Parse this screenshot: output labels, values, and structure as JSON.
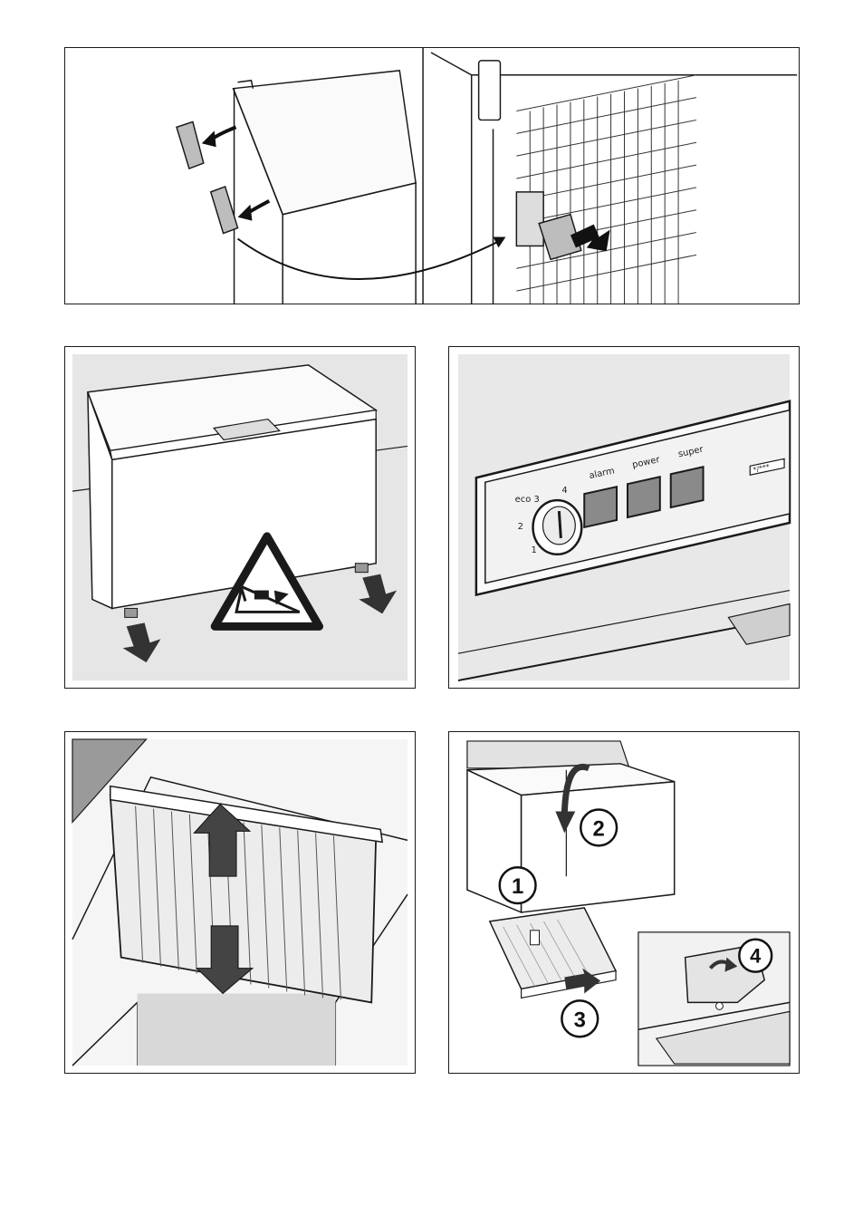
{
  "figures": [
    {
      "id": "fig-1",
      "subject": "door-stop-transfer"
    },
    {
      "id": "fig-2",
      "subject": "chest-freezer-warning"
    },
    {
      "id": "fig-3",
      "subject": "control-panel"
    },
    {
      "id": "fig-4",
      "subject": "partition-wall"
    },
    {
      "id": "fig-5",
      "subject": "drain-tray-steps"
    }
  ],
  "control_panel": {
    "dial_labels": [
      "eco 3",
      "4",
      "2",
      "1"
    ],
    "buttons": [
      {
        "label": "alarm"
      },
      {
        "label": "power"
      },
      {
        "label": "super"
      }
    ],
    "star_rating": "*/***"
  },
  "steps": [
    "1",
    "2",
    "3",
    "4"
  ],
  "colors": {
    "outline": "#1a1a1a",
    "wall_gray": "#e6e6e6",
    "button_gray": "#8a8a8a",
    "panel_gray": "#e9e9e9"
  }
}
